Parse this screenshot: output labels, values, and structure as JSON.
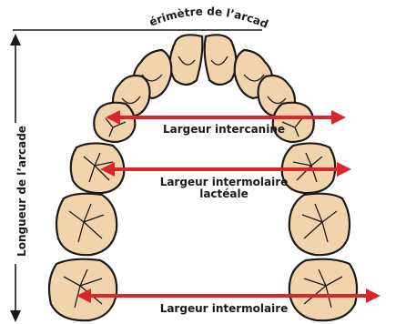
{
  "labels": {
    "perimeter": "Périmètre de l’arcade",
    "arch_length": "Longueur de l’arcade",
    "intercanine": "Largeur intercanine",
    "intermolar_primary_line1": "Largeur intermolaire",
    "intermolar_primary_line2": "lactéale",
    "intermolar": "Largeur intermolaire"
  },
  "colors": {
    "measure_arrow": "#d9262b",
    "tooth_fill": "#f2d4ac",
    "outline": "#1a1a1a"
  },
  "icons": {
    "arch_length_arrow": "double-headed-vertical-arrow",
    "width_arrows": "double-headed-horizontal-arrow"
  }
}
